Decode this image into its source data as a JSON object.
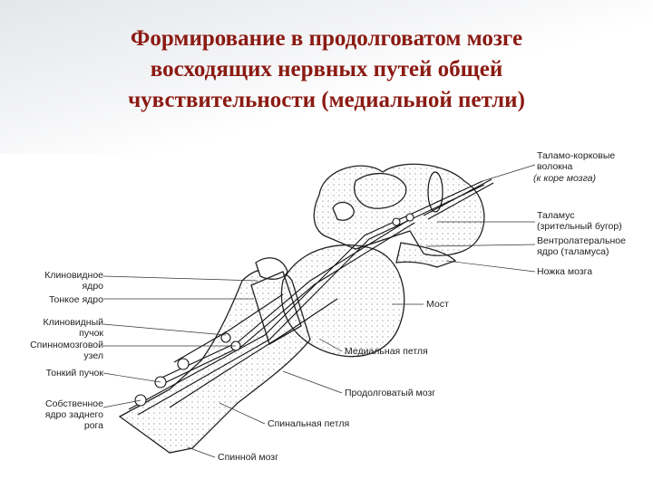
{
  "title": {
    "line1": "Формирование в продолговатом мозге",
    "line2": "восходящих нервных путей общей",
    "line3": "чувствительности (медиальной петли)"
  },
  "labels": {
    "klinovidnoe_yadro": [
      "Клиновидное",
      "ядро"
    ],
    "tonkoe_yadro": "Тонкое ядро",
    "klinovidny_puchok": [
      "Клиновидный",
      "пучок"
    ],
    "spinnomozgovoy_uzel": [
      "Спинномозговой",
      "узел"
    ],
    "tonky_puchok": "Тонкий пучок",
    "sobstvennoe_yadro": [
      "Собственное",
      "ядро заднего",
      "рога"
    ],
    "talamo_korkovye": [
      "Таламо-корковые",
      "волокна"
    ],
    "k_kore_mozga": "(к коре мозга)",
    "talamus": [
      "Таламус",
      "(зрительный бугор)"
    ],
    "ventrolateralnoe": [
      "Вентролатеральное",
      "ядро (таламуса)"
    ],
    "nozhka_mozga": "Ножка мозга",
    "most": "Мост",
    "medialnaya_petlya": "Медиальная петля",
    "prodolgovaty_mozg": "Продолговатый мозг",
    "spinalnaya_petlya": "Спинальная петля",
    "spinnoy_mozg": "Спинной мозг"
  }
}
